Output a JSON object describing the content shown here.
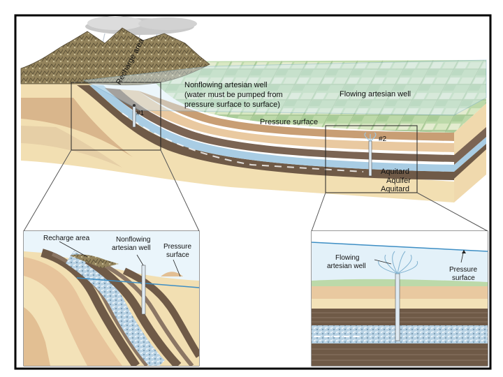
{
  "main": {
    "recharge_area": "Recharge area",
    "nonflowing_line1": "Nonflowing artesian well",
    "nonflowing_line2": "(water must be pumped from",
    "nonflowing_line3": "pressure surface to surface)",
    "flowing_well": "Flowing artesian well",
    "pressure_surface": "Pressure surface",
    "well1": "#1",
    "well2": "#2",
    "aquitard_top": "Aquitard",
    "aquifer": "Aquifer",
    "aquitard_bottom": "Aquitard"
  },
  "inset_left": {
    "recharge_area": "Recharge area",
    "nonflowing_line1": "Nonflowing",
    "nonflowing_line2": "artesian well",
    "pressure_line1": "Pressure",
    "pressure_line2": "surface"
  },
  "inset_right": {
    "flowing_line1": "Flowing",
    "flowing_line2": "artesian well",
    "pressure_line1": "Pressure",
    "pressure_line2": "surface"
  },
  "colors": {
    "frame": "#000000",
    "sky_water": "#cfe6f3",
    "aquifer_blue": "#a9cde4",
    "tan": "#e9c9a0",
    "cream": "#f3e2b8",
    "brown": "#6e5a48",
    "grass": "#b9d6a3",
    "mountain": "#8c7a55"
  }
}
